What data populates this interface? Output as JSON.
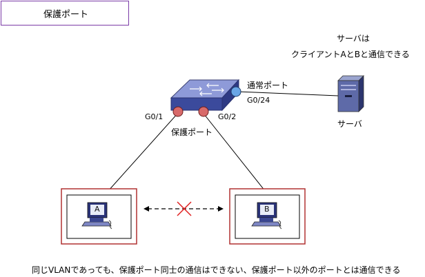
{
  "title": "保護ポート",
  "server_note_line1": "サーバは",
  "server_note_line2": "クライアントAとBと通信できる",
  "normal_port_label": "通常ポート",
  "port_g024": "G0/24",
  "port_g01": "G0/1",
  "port_g02": "G0/2",
  "protected_port_label": "保護ポート",
  "server_label": "サーバ",
  "client_a_label": "A",
  "client_b_label": "B",
  "caption": "同じVLANであっても、保護ポート同士の通信はできない、保護ポート以外のポートとは通信できる",
  "colors": {
    "title_border": "#7a3aa6",
    "client_border": "#b03030",
    "protected_port": "#d86a6a",
    "normal_port": "#6aa6e6",
    "switch_top": "#7f8fd4",
    "blocked_x": "#e02020"
  }
}
